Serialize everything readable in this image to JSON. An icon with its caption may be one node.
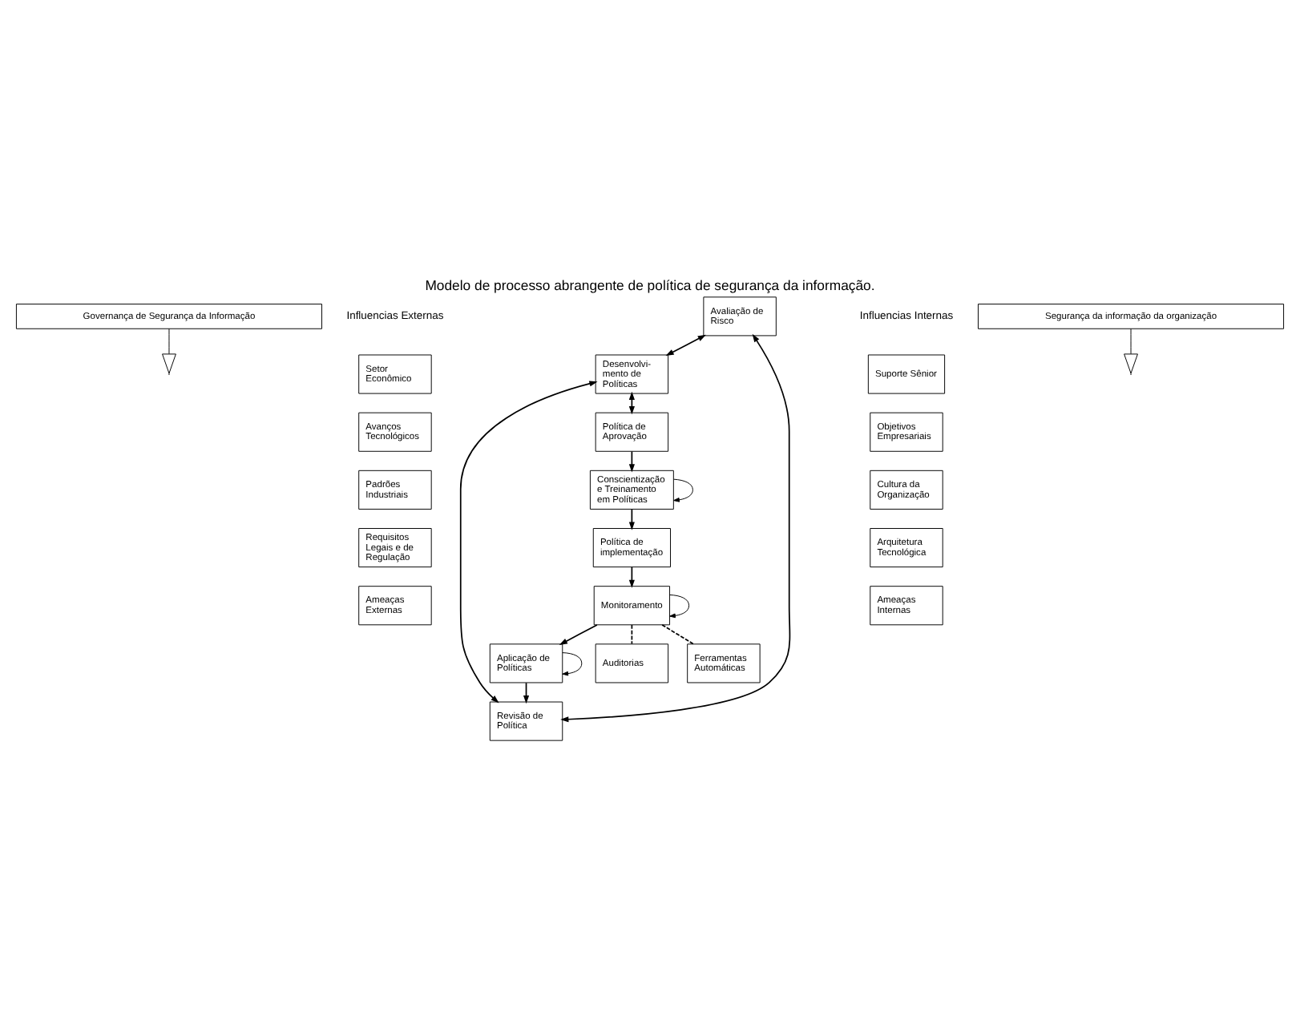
{
  "diagram": {
    "title": "Modelo de processo abrangente de política de segurança da informação.",
    "nodes": [
      {
        "text": [
          "Governança de Segurança da Informação"
        ]
      },
      {
        "text": [
          "Setor Econômico"
        ]
      },
      {
        "text": [
          "Avaliação de Risco"
        ]
      },
      {
        "text": [
          "Suporte Sênior"
        ]
      },
      {
        "text": [
          "Desenvolvi- mento de Políticas"
        ]
      },
      {
        "text": [
          "Avanços Tecnológicos"
        ]
      },
      {
        "text": [
          "Revisão de Política"
        ]
      },
      {
        "text": [
          "Política de Aprovação"
        ]
      },
      {
        "text": [
          "Objetivos Empresariais"
        ]
      },
      {
        "text": [
          "Padrões Industriais"
        ]
      },
      {
        "text": [
          "Aplicação de Políticas"
        ]
      },
      {
        "text": [
          "Conscientização e Treinamento em Políticas"
        ]
      },
      {
        "text": [
          "Cultura da Organização"
        ]
      },
      {
        "text": [
          "Requisitos Legais e de Regulação"
        ]
      },
      {
        "text": [
          "Auditorias"
        ]
      },
      {
        "text": [
          "Monitoramento"
        ]
      },
      {
        "text": [
          "Política de implementação"
        ]
      },
      {
        "text": [
          "Arquitetura Tecnológica"
        ]
      },
      {
        "text": [
          "Ameaças Externas"
        ]
      },
      {
        "text": [
          "Ferramentas Automáticas"
        ]
      },
      {
        "text": [
          "Ameaças Internas"
        ]
      },
      {
        "text": [
          "Segurança da informação da organização"
        ]
      }
    ],
    "edges": [
      {
        "from": 0,
        "to": null,
        "arrow": "to"
      },
      {
        "from": 2,
        "to": 4,
        "arrow": "both"
      },
      {
        "from": 4,
        "to": 6,
        "arrow": "both"
      },
      {
        "from": 4,
        "to": 7,
        "arrow": "both"
      },
      {
        "from": 6,
        "to": 2,
        "arrow": "both"
      },
      {
        "from": 7,
        "to": 11,
        "arrow": "to"
      },
      {
        "from": 11,
        "to": 16,
        "arrow": "to"
      },
      {
        "from": 16,
        "to": 15,
        "arrow": "to"
      },
      {
        "from": 15,
        "to": 10,
        "arrow": "to"
      },
      {
        "from": 10,
        "to": 6,
        "arrow": "to"
      },
      {
        "from": 10,
        "to": 10,
        "arrow": "to"
      },
      {
        "from": 11,
        "to": 11,
        "arrow": "to"
      },
      {
        "from": 15,
        "to": 15,
        "arrow": "to"
      },
      {
        "from": 15,
        "to": 14,
        "arrow": "none",
        "style": "dashed"
      },
      {
        "from": 15,
        "to": 19,
        "arrow": "none",
        "style": "dashed"
      },
      {
        "from": 21,
        "to": null,
        "arrow": "to"
      }
    ],
    "labels": [
      "Influencias Externas",
      "Influencias Internas"
    ]
  }
}
